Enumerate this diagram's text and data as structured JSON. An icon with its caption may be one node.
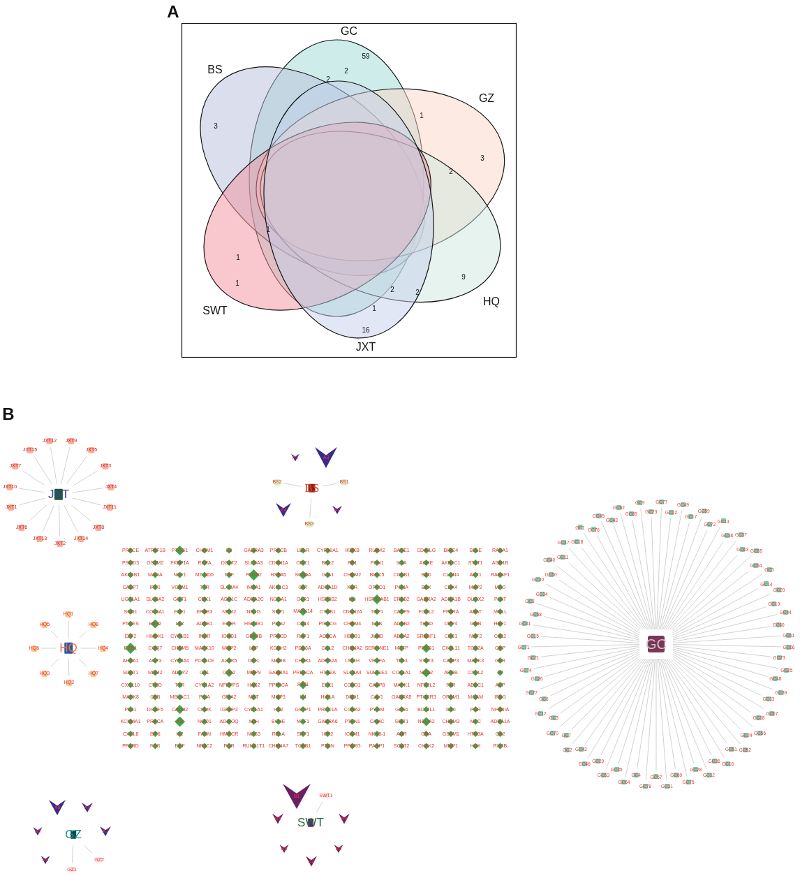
{
  "diagram": {
    "nodes": [
      {
        "text": [
          "GC"
        ]
      },
      {
        "text": [
          "BS"
        ]
      },
      {
        "text": [
          "GZ"
        ]
      },
      {
        "text": [
          "HQ"
        ]
      },
      {
        "text": [
          "SWT"
        ]
      },
      {
        "text": [
          "JXT"
        ]
      },
      {
        "text": [
          "JXT"
        ]
      },
      {
        "text": [
          "JXT12"
        ]
      },
      {
        "text": [
          "JXT9"
        ]
      },
      {
        "text": [
          "JXT15"
        ]
      },
      {
        "text": [
          "JXT5"
        ]
      },
      {
        "text": [
          "JXT7"
        ]
      },
      {
        "text": [
          "JXT3"
        ]
      },
      {
        "text": [
          "JXT10"
        ]
      },
      {
        "text": [
          "JXT4"
        ]
      },
      {
        "text": [
          "JXT1"
        ]
      },
      {
        "text": [
          "JXT11"
        ]
      },
      {
        "text": [
          "JXT6"
        ]
      },
      {
        "text": [
          "JXT8"
        ]
      },
      {
        "text": [
          "JXT13"
        ]
      },
      {
        "text": [
          "JXT14"
        ]
      },
      {
        "text": [
          "JXT2"
        ]
      },
      {
        "text": [
          "A1"
        ]
      },
      {
        "text": [
          "A3"
        ]
      },
      {
        "text": [
          "BS2"
        ]
      },
      {
        "text": [
          "BS"
        ]
      },
      {
        "text": [
          "BS1"
        ]
      },
      {
        "text": [
          "A4"
        ]
      },
      {
        "text": [
          "A2"
        ]
      },
      {
        "text": [
          "BS3"
        ]
      },
      {
        "text": [
          "GC"
        ]
      },
      {
        "text": [
          "GC77"
        ]
      },
      {
        "text": [
          "GC22"
        ]
      },
      {
        "text": [
          "GC49"
        ]
      },
      {
        "text": [
          "GC17"
        ]
      },
      {
        "text": [
          "GC59"
        ]
      },
      {
        "text": [
          "GC72"
        ]
      },
      {
        "text": [
          "GC13"
        ]
      },
      {
        "text": [
          "GC38"
        ]
      },
      {
        "text": [
          "GC37"
        ]
      },
      {
        "text": [
          "GC63"
        ]
      },
      {
        "text": [
          "GC55"
        ]
      },
      {
        "text": [
          "GC54"
        ]
      },
      {
        "text": [
          "GC5"
        ]
      },
      {
        "text": [
          "GC14"
        ]
      },
      {
        "text": [
          "GC20"
        ]
      },
      {
        "text": [
          "GC19"
        ]
      },
      {
        "text": [
          "GC44"
        ]
      },
      {
        "text": [
          "GC60"
        ]
      },
      {
        "text": [
          "GC61"
        ]
      },
      {
        "text": [
          "GC66"
        ]
      },
      {
        "text": [
          "GC73"
        ]
      },
      {
        "text": [
          "GC25"
        ]
      },
      {
        "text": [
          "GC48"
        ]
      },
      {
        "text": [
          "GC39"
        ]
      },
      {
        "text": [
          "GC33"
        ]
      },
      {
        "text": [
          "GC67"
        ]
      },
      {
        "text": [
          "GC58"
        ]
      },
      {
        "text": [
          "GC56"
        ]
      },
      {
        "text": [
          "GC24"
        ]
      },
      {
        "text": [
          "GC52"
        ]
      },
      {
        "text": [
          "GC51"
        ]
      },
      {
        "text": [
          "GC16"
        ]
      },
      {
        "text": [
          "GC36"
        ]
      },
      {
        "text": [
          "GC32"
        ]
      },
      {
        "text": [
          "GC28"
        ]
      },
      {
        "text": [
          "GC75"
        ]
      },
      {
        "text": [
          "GC69"
        ]
      },
      {
        "text": [
          "GC31"
        ]
      },
      {
        "text": [
          "GC57"
        ]
      },
      {
        "text": [
          "GC78"
        ]
      },
      {
        "text": [
          "GC4"
        ]
      },
      {
        "text": [
          "GC64"
        ]
      },
      {
        "text": [
          "GC35"
        ]
      },
      {
        "text": [
          "GC53"
        ]
      },
      {
        "text": [
          "GC29"
        ]
      },
      {
        "text": [
          "GC46"
        ]
      },
      {
        "text": [
          "GC42"
        ]
      },
      {
        "text": [
          "GC2"
        ]
      },
      {
        "text": [
          "GC7"
        ]
      },
      {
        "text": [
          "GC70"
        ]
      },
      {
        "text": [
          "GC3"
        ]
      },
      {
        "text": [
          "GC12"
        ]
      },
      {
        "text": [
          "GC6"
        ]
      },
      {
        "text": [
          "GC27"
        ]
      },
      {
        "text": [
          "GC26"
        ]
      },
      {
        "text": [
          "GC74"
        ]
      },
      {
        "text": [
          "GC21"
        ]
      },
      {
        "text": [
          "GC71"
        ]
      },
      {
        "text": [
          "GC15"
        ]
      },
      {
        "text": [
          "GC41"
        ]
      },
      {
        "text": [
          "GC68"
        ]
      },
      {
        "text": [
          "GC8"
        ]
      },
      {
        "text": [
          "GC34"
        ]
      },
      {
        "text": [
          "GC30"
        ]
      },
      {
        "text": [
          "GC50"
        ]
      },
      {
        "text": [
          "GC40"
        ]
      },
      {
        "text": [
          "GC11"
        ]
      },
      {
        "text": [
          "GC47"
        ]
      },
      {
        "text": [
          "GC18"
        ]
      },
      {
        "text": [
          "GC1"
        ]
      },
      {
        "text": [
          "GC76"
        ]
      },
      {
        "text": [
          "GC45"
        ]
      },
      {
        "text": [
          "GC43"
        ]
      },
      {
        "text": [
          "GC62"
        ]
      },
      {
        "text": [
          "GC65"
        ]
      },
      {
        "text": [
          "GC9"
        ]
      },
      {
        "text": [
          "GC23"
        ]
      },
      {
        "text": [
          "PRKCE"
        ]
      },
      {
        "text": [
          "ATP5F1B"
        ]
      },
      {
        "text": [
          "PTGS1"
        ]
      },
      {
        "text": [
          "CHRM1"
        ]
      },
      {
        "text": [
          "F3"
        ]
      },
      {
        "text": [
          "GABRA3"
        ]
      },
      {
        "text": [
          "PRKCB"
        ]
      },
      {
        "text": [
          "LDLR"
        ]
      },
      {
        "text": [
          "CYP19A1"
        ]
      },
      {
        "text": [
          "IKBKB"
        ]
      },
      {
        "text": [
          "RUNX2"
        ]
      },
      {
        "text": [
          "BACE1"
        ]
      },
      {
        "text": [
          "CD40LG"
        ]
      },
      {
        "text": [
          "BIRC4"
        ]
      },
      {
        "text": [
          "SELE"
        ]
      },
      {
        "text": [
          "RASA1"
        ]
      },
      {
        "text": [
          "PSMD3"
        ]
      },
      {
        "text": [
          "GSTM2"
        ]
      },
      {
        "text": [
          "FKBP1A"
        ]
      },
      {
        "text": [
          "RXRA"
        ]
      },
      {
        "text": [
          "DGAT2"
        ]
      },
      {
        "text": [
          "SLC6A3"
        ]
      },
      {
        "text": [
          "CDKN1A"
        ]
      },
      {
        "text": [
          "ODC1"
        ]
      },
      {
        "text": [
          "BCL2"
        ]
      },
      {
        "text": [
          "RB1"
        ]
      },
      {
        "text": [
          "PON1"
        ]
      },
      {
        "text": [
          "IL1A"
        ]
      },
      {
        "text": [
          "ACHE"
        ]
      },
      {
        "text": [
          "AKR1C1"
        ]
      },
      {
        "text": [
          "STAT1"
        ]
      },
      {
        "text": [
          "ADH1B"
        ]
      },
      {
        "text": [
          "AKR1B1"
        ]
      },
      {
        "text": [
          "MAOA"
        ]
      },
      {
        "text": [
          "NCF1"
        ]
      },
      {
        "text": [
          "MT-ND6"
        ]
      },
      {
        "text": [
          "TNF"
        ]
      },
      {
        "text": [
          "PTGS2"
        ]
      },
      {
        "text": [
          "HSPA5"
        ]
      },
      {
        "text": [
          "SCN5A"
        ]
      },
      {
        "text": [
          "GJA1"
        ]
      },
      {
        "text": [
          "CHRM2"
        ]
      },
      {
        "text": [
          "BIRC5"
        ]
      },
      {
        "text": [
          "CCNB1"
        ]
      },
      {
        "text": [
          "BAD"
        ]
      },
      {
        "text": [
          "CLDN4"
        ]
      },
      {
        "text": [
          "AKT1"
        ]
      },
      {
        "text": [
          "RASSF1"
        ]
      },
      {
        "text": [
          "CASP7"
        ]
      },
      {
        "text": [
          "IRF1"
        ]
      },
      {
        "text": [
          "VCAM1"
        ]
      },
      {
        "text": [
          "TTR"
        ]
      },
      {
        "text": [
          "SLC2A4"
        ]
      },
      {
        "text": [
          "IMPA1"
        ]
      },
      {
        "text": [
          "AKR1C3"
        ]
      },
      {
        "text": [
          "CAT"
        ]
      },
      {
        "text": [
          "ADRA1D"
        ]
      },
      {
        "text": [
          "KDR"
        ]
      },
      {
        "text": [
          "OPRD1"
        ]
      },
      {
        "text": [
          "PCNA"
        ]
      },
      {
        "text": [
          "BAX"
        ]
      },
      {
        "text": [
          "CDK4"
        ]
      },
      {
        "text": [
          "MAP2"
        ]
      },
      {
        "text": [
          "MPO"
        ]
      },
      {
        "text": [
          "UGT1A1"
        ]
      },
      {
        "text": [
          "SLC6A2"
        ]
      },
      {
        "text": [
          "GOT1"
        ]
      },
      {
        "text": [
          "CDK1"
        ]
      },
      {
        "text": [
          "ADH1C"
        ]
      },
      {
        "text": [
          "ADRA2C"
        ]
      },
      {
        "text": [
          "NCOA1"
        ]
      },
      {
        "text": [
          "OLR1"
        ]
      },
      {
        "text": [
          "HSD3B2"
        ]
      },
      {
        "text": [
          "IL6"
        ]
      },
      {
        "text": [
          "HSP90AB1"
        ]
      },
      {
        "text": [
          "ERBB2"
        ]
      },
      {
        "text": [
          "GABRA2"
        ]
      },
      {
        "text": [
          "ADRA1B"
        ]
      },
      {
        "text": [
          "DUOX2"
        ]
      },
      {
        "text": [
          "PLAT"
        ]
      },
      {
        "text": [
          "SOD1"
        ]
      },
      {
        "text": [
          "COL3A1"
        ]
      },
      {
        "text": [
          "E2F1"
        ]
      },
      {
        "text": [
          "ERBB3"
        ]
      },
      {
        "text": [
          "NR1I2"
        ]
      },
      {
        "text": [
          "NR1I3"
        ]
      },
      {
        "text": [
          "SSP1"
        ]
      },
      {
        "text": [
          "MAPK14"
        ]
      },
      {
        "text": [
          "CTRB1"
        ]
      },
      {
        "text": [
          "CDKN2A"
        ]
      },
      {
        "text": [
          "TOP1"
        ]
      },
      {
        "text": [
          "CASP9"
        ]
      },
      {
        "text": [
          "FOSL2"
        ]
      },
      {
        "text": [
          "PPARA"
        ]
      },
      {
        "text": [
          "ABAT"
        ]
      },
      {
        "text": [
          "MGLL"
        ]
      },
      {
        "text": [
          "PTGES"
        ]
      },
      {
        "text": [
          "ESR2"
        ]
      },
      {
        "text": [
          "LYZ"
        ]
      },
      {
        "text": [
          "ADRB1"
        ]
      },
      {
        "text": [
          "EGFR"
        ]
      },
      {
        "text": [
          "HSD3B1"
        ]
      },
      {
        "text": [
          "PLAU"
        ]
      },
      {
        "text": [
          "CD14"
        ]
      },
      {
        "text": [
          "PIK3CG"
        ]
      },
      {
        "text": [
          "CHRM4"
        ]
      },
      {
        "text": [
          "IL1B"
        ]
      },
      {
        "text": [
          "ADRB2"
        ]
      },
      {
        "text": [
          "THBD"
        ]
      },
      {
        "text": [
          "DPP4"
        ]
      },
      {
        "text": [
          "GWB"
        ]
      },
      {
        "text": [
          "HSF1"
        ]
      },
      {
        "text": [
          "E2F2"
        ]
      },
      {
        "text": [
          "HMOX1"
        ]
      },
      {
        "text": [
          "CYP1B1"
        ]
      },
      {
        "text": [
          "INSR"
        ]
      },
      {
        "text": [
          "IGHG1"
        ]
      },
      {
        "text": [
          "GSK3B"
        ]
      },
      {
        "text": [
          "PRKCD"
        ]
      },
      {
        "text": [
          "RAF1"
        ]
      },
      {
        "text": [
          "ACACA"
        ]
      },
      {
        "text": [
          "HSPB1"
        ]
      },
      {
        "text": [
          "JUND"
        ]
      },
      {
        "text": [
          "ABCA2"
        ]
      },
      {
        "text": [
          "SREBF1"
        ]
      },
      {
        "text": [
          "CES1"
        ]
      },
      {
        "text": [
          "NUF2"
        ]
      },
      {
        "text": [
          "CA12"
        ]
      },
      {
        "text": [
          "ESR1"
        ]
      },
      {
        "text": [
          "COQ7"
        ]
      },
      {
        "text": [
          "CHRM5"
        ]
      },
      {
        "text": [
          "MAPK10"
        ]
      },
      {
        "text": [
          "MMP2"
        ]
      },
      {
        "text": [
          "LBP"
        ]
      },
      {
        "text": [
          "KCNH2"
        ]
      },
      {
        "text": [
          "PDE3A"
        ]
      },
      {
        "text": [
          "CCL2"
        ]
      },
      {
        "text": [
          "CHRNA2"
        ]
      },
      {
        "text": [
          "SERPINE1"
        ]
      },
      {
        "text": [
          "MTTP"
        ]
      },
      {
        "text": [
          "PRSS1"
        ]
      },
      {
        "text": [
          "CXCL11"
        ]
      },
      {
        "text": [
          "TOP2A"
        ]
      },
      {
        "text": [
          "CRP"
        ]
      },
      {
        "text": [
          "AHSA1"
        ]
      },
      {
        "text": [
          "ACP3"
        ]
      },
      {
        "text": [
          "CYP3A4"
        ]
      },
      {
        "text": [
          "PCOLCE"
        ]
      },
      {
        "text": [
          "ALOX5"
        ]
      },
      {
        "text": [
          "DIO1"
        ]
      },
      {
        "text": [
          "MAOB"
        ]
      },
      {
        "text": [
          "CHEK1"
        ]
      },
      {
        "text": [
          "ADRA2A"
        ]
      },
      {
        "text": [
          "LTA4H"
        ]
      },
      {
        "text": [
          "VEGFA"
        ]
      },
      {
        "text": [
          "TP53"
        ]
      },
      {
        "text": [
          "STAT3"
        ]
      },
      {
        "text": [
          "CASP3"
        ]
      },
      {
        "text": [
          "MAPK3"
        ]
      },
      {
        "text": [
          "GSR"
        ]
      },
      {
        "text": [
          "SOAT1"
        ]
      },
      {
        "text": [
          "MDM2"
        ]
      },
      {
        "text": [
          "ADCY2"
        ]
      },
      {
        "text": [
          "CA1"
        ]
      },
      {
        "text": [
          "CDK2"
        ]
      },
      {
        "text": [
          "MMP9"
        ]
      },
      {
        "text": [
          "GABRA1"
        ]
      },
      {
        "text": [
          "PRKACA"
        ]
      },
      {
        "text": [
          "HTR2A"
        ]
      },
      {
        "text": [
          "SLC6A4"
        ]
      },
      {
        "text": [
          "SULT1E1"
        ]
      },
      {
        "text": [
          "COL1A1"
        ]
      },
      {
        "text": [
          "NOS2"
        ]
      },
      {
        "text": [
          "APOB"
        ]
      },
      {
        "text": [
          "CXCL2"
        ]
      },
      {
        "text": [
          "F7"
        ]
      },
      {
        "text": [
          "CXCL10"
        ]
      },
      {
        "text": [
          "CTSD"
        ]
      },
      {
        "text": [
          "TYR"
        ]
      },
      {
        "text": [
          "CYP1A2"
        ]
      },
      {
        "text": [
          "NPEPPS"
        ]
      },
      {
        "text": [
          "HAS2"
        ]
      },
      {
        "text": [
          "PPP3CA"
        ]
      },
      {
        "text": [
          "PIM1"
        ]
      },
      {
        "text": [
          "ELK1"
        ]
      },
      {
        "text": [
          "CCND1"
        ]
      },
      {
        "text": [
          "CASP8"
        ]
      },
      {
        "text": [
          "MAPK1"
        ]
      },
      {
        "text": [
          "NFE2L2"
        ]
      },
      {
        "text": [
          "F2R"
        ]
      },
      {
        "text": [
          "ABCC1"
        ]
      },
      {
        "text": [
          "APP"
        ]
      },
      {
        "text": [
          "MAPK8"
        ]
      },
      {
        "text": [
          "CFB"
        ]
      },
      {
        "text": [
          "MBLAC1"
        ]
      },
      {
        "text": [
          "PKIA"
        ]
      },
      {
        "text": [
          "GRIA2"
        ]
      },
      {
        "text": [
          "MET"
        ]
      },
      {
        "text": [
          "MMP3"
        ]
      },
      {
        "text": [
          "IL4"
        ]
      },
      {
        "text": [
          "HIF1A"
        ]
      },
      {
        "text": [
          "DRD1"
        ]
      },
      {
        "text": [
          "CAV1"
        ]
      },
      {
        "text": [
          "GABRA5"
        ]
      },
      {
        "text": [
          "PTGER3"
        ]
      },
      {
        "text": [
          "OPRM1"
        ]
      },
      {
        "text": [
          "MGAM"
        ]
      },
      {
        "text": [
          "IFNG"
        ]
      },
      {
        "text": [
          "PLB1"
        ]
      },
      {
        "text": [
          "DCAF5"
        ]
      },
      {
        "text": [
          "CALM2"
        ]
      },
      {
        "text": [
          "CHUK"
        ]
      },
      {
        "text": [
          "IGFBP3"
        ]
      },
      {
        "text": [
          "CYP1A1"
        ]
      },
      {
        "text": [
          "HK2"
        ]
      },
      {
        "text": [
          "GSTP1"
        ]
      },
      {
        "text": [
          "PRKC1A"
        ]
      },
      {
        "text": [
          "CCNA2"
        ]
      },
      {
        "text": [
          "PYGM"
        ]
      },
      {
        "text": [
          "GAS6"
        ]
      },
      {
        "text": [
          "BCL2L1"
        ]
      },
      {
        "text": [
          "IL10"
        ]
      },
      {
        "text": [
          "PGR"
        ]
      },
      {
        "text": [
          "NFKBIA"
        ]
      },
      {
        "text": [
          "KCNMA1"
        ]
      },
      {
        "text": [
          "PRKCA"
        ]
      },
      {
        "text": [
          "AR"
        ]
      },
      {
        "text": [
          "NQO1"
        ]
      },
      {
        "text": [
          "ADIPOQ"
        ]
      },
      {
        "text": [
          "XDH"
        ]
      },
      {
        "text": [
          "BCHE"
        ]
      },
      {
        "text": [
          "MTF1"
        ]
      },
      {
        "text": [
          "GABRA6"
        ]
      },
      {
        "text": [
          "PTPN1"
        ]
      },
      {
        "text": [
          "CAMC"
        ]
      },
      {
        "text": [
          "SIRT1"
        ]
      },
      {
        "text": [
          "NCOA2"
        ]
      },
      {
        "text": [
          "CHRM3"
        ]
      },
      {
        "text": [
          "MYC"
        ]
      },
      {
        "text": [
          "ADRA1A"
        ]
      },
      {
        "text": [
          "CXCL8"
        ]
      },
      {
        "text": [
          "EIF6"
        ]
      },
      {
        "text": [
          "IL2"
        ]
      },
      {
        "text": [
          "FASN"
        ]
      },
      {
        "text": [
          "HMGCR"
        ]
      },
      {
        "text": [
          "NOS3"
        ]
      },
      {
        "text": [
          "RELA"
        ]
      },
      {
        "text": [
          "SPP1"
        ]
      },
      {
        "text": [
          "IGF2"
        ]
      },
      {
        "text": [
          "ICAM1"
        ]
      },
      {
        "text": [
          "NKX3-1"
        ]
      },
      {
        "text": [
          "AHR"
        ]
      },
      {
        "text": [
          "GBA"
        ]
      },
      {
        "text": [
          "GSTM1"
        ]
      },
      {
        "text": [
          "HTR3A"
        ]
      },
      {
        "text": [
          "CA2"
        ]
      },
      {
        "text": [
          "PPARD"
        ]
      },
      {
        "text": [
          "FOS"
        ]
      },
      {
        "text": [
          "EGF"
        ]
      },
      {
        "text": [
          "NR3C2"
        ]
      },
      {
        "text": [
          "PGR"
        ]
      },
      {
        "text": [
          "RUNX1T1"
        ]
      },
      {
        "text": [
          "CHRNA7"
        ]
      },
      {
        "text": [
          "TGFB1"
        ]
      },
      {
        "text": [
          "PTEN"
        ]
      },
      {
        "text": [
          "PPARG"
        ]
      },
      {
        "text": [
          "PARP1"
        ]
      },
      {
        "text": [
          "SOAT2"
        ]
      },
      {
        "text": [
          "CHEK2"
        ]
      },
      {
        "text": [
          "MMP1"
        ]
      },
      {
        "text": [
          "HCK"
        ]
      },
      {
        "text": [
          "RXRB"
        ]
      },
      {
        "text": [
          "HQ"
        ]
      },
      {
        "text": [
          "HQ1"
        ]
      },
      {
        "text": [
          "HQ5"
        ]
      },
      {
        "text": [
          "HQ8"
        ]
      },
      {
        "text": [
          "HQ6"
        ]
      },
      {
        "text": [
          "HQ4"
        ]
      },
      {
        "text": [
          "HQ3"
        ]
      },
      {
        "text": [
          "HQ7"
        ]
      },
      {
        "text": [
          "HQ2"
        ]
      },
      {
        "text": [
          "A8"
        ]
      },
      {
        "text": [
          "A9"
        ]
      },
      {
        "text": [
          "A5"
        ]
      },
      {
        "text": [
          "GZ"
        ]
      },
      {
        "text": [
          "A7"
        ]
      },
      {
        "text": [
          "A6"
        ]
      },
      {
        "text": [
          "GZ2"
        ]
      },
      {
        "text": [
          "GZ1"
        ]
      },
      {
        "text": [
          "B1"
        ]
      },
      {
        "text": [
          "SWT1"
        ]
      },
      {
        "text": [
          "B3"
        ]
      },
      {
        "text": [
          "SWT"
        ]
      },
      {
        "text": [
          "B6"
        ]
      },
      {
        "text": [
          "B4"
        ]
      },
      {
        "text": [
          "B5"
        ]
      },
      {
        "text": [
          "B2"
        ]
      }
    ],
    "edges": [
      {
        "from": 6,
        "to": 7,
        "arrow": "none"
      },
      {
        "from": 6,
        "to": 8,
        "arrow": "none"
      },
      {
        "from": 6,
        "to": 9,
        "arrow": "none"
      },
      {
        "from": 6,
        "to": 10,
        "arrow": "none"
      },
      {
        "from": 6,
        "to": 11,
        "arrow": "none"
      },
      {
        "from": 6,
        "to": 12,
        "arrow": "none"
      },
      {
        "from": 6,
        "to": 13,
        "arrow": "none"
      },
      {
        "from": 6,
        "to": 14,
        "arrow": "none"
      },
      {
        "from": 6,
        "to": 15,
        "arrow": "none"
      },
      {
        "from": 6,
        "to": 16,
        "arrow": "none"
      },
      {
        "from": 6,
        "to": 17,
        "arrow": "none"
      },
      {
        "from": 6,
        "to": 18,
        "arrow": "none"
      },
      {
        "from": 6,
        "to": 19,
        "arrow": "none"
      },
      {
        "from": 6,
        "to": 20,
        "arrow": "none"
      },
      {
        "from": 6,
        "to": 21,
        "arrow": "none"
      },
      {
        "from": 25,
        "to": 24,
        "arrow": "none"
      },
      {
        "from": 25,
        "to": 26,
        "arrow": "none"
      },
      {
        "from": 25,
        "to": 29,
        "arrow": "none"
      },
      {
        "from": 30,
        "to": 31,
        "arrow": "none"
      },
      {
        "from": 30,
        "to": 32,
        "arrow": "none"
      },
      {
        "from": 30,
        "to": 33,
        "arrow": "none"
      },
      {
        "from": 30,
        "to": 34,
        "arrow": "none"
      },
      {
        "from": 30,
        "to": 35,
        "arrow": "none"
      },
      {
        "from": 30,
        "to": 36,
        "arrow": "none"
      },
      {
        "from": 30,
        "to": 37,
        "arrow": "none"
      },
      {
        "from": 30,
        "to": 38,
        "arrow": "none"
      },
      {
        "from": 30,
        "to": 39,
        "arrow": "none"
      },
      {
        "from": 30,
        "to": 40,
        "arrow": "none"
      },
      {
        "from": 30,
        "to": 41,
        "arrow": "none"
      },
      {
        "from": 30,
        "to": 42,
        "arrow": "none"
      },
      {
        "from": 30,
        "to": 43,
        "arrow": "none"
      },
      {
        "from": 30,
        "to": 44,
        "arrow": "none"
      },
      {
        "from": 30,
        "to": 45,
        "arrow": "none"
      },
      {
        "from": 30,
        "to": 46,
        "arrow": "none"
      },
      {
        "from": 30,
        "to": 47,
        "arrow": "none"
      },
      {
        "from": 30,
        "to": 48,
        "arrow": "none"
      },
      {
        "from": 30,
        "to": 49,
        "arrow": "none"
      },
      {
        "from": 30,
        "to": 50,
        "arrow": "none"
      },
      {
        "from": 30,
        "to": 51,
        "arrow": "none"
      },
      {
        "from": 30,
        "to": 52,
        "arrow": "none"
      },
      {
        "from": 30,
        "to": 53,
        "arrow": "none"
      },
      {
        "from": 30,
        "to": 54,
        "arrow": "none"
      },
      {
        "from": 30,
        "to": 55,
        "arrow": "none"
      },
      {
        "from": 30,
        "to": 56,
        "arrow": "none"
      },
      {
        "from": 30,
        "to": 57,
        "arrow": "none"
      },
      {
        "from": 30,
        "to": 58,
        "arrow": "none"
      },
      {
        "from": 30,
        "to": 59,
        "arrow": "none"
      },
      {
        "from": 30,
        "to": 60,
        "arrow": "none"
      },
      {
        "from": 30,
        "to": 61,
        "arrow": "none"
      },
      {
        "from": 30,
        "to": 62,
        "arrow": "none"
      },
      {
        "from": 30,
        "to": 63,
        "arrow": "none"
      },
      {
        "from": 30,
        "to": 64,
        "arrow": "none"
      },
      {
        "from": 30,
        "to": 65,
        "arrow": "none"
      },
      {
        "from": 30,
        "to": 66,
        "arrow": "none"
      },
      {
        "from": 30,
        "to": 67,
        "arrow": "none"
      },
      {
        "from": 30,
        "to": 68,
        "arrow": "none"
      },
      {
        "from": 30,
        "to": 69,
        "arrow": "none"
      },
      {
        "from": 30,
        "to": 70,
        "arrow": "none"
      },
      {
        "from": 30,
        "to": 71,
        "arrow": "none"
      },
      {
        "from": 30,
        "to": 72,
        "arrow": "none"
      },
      {
        "from": 30,
        "to": 73,
        "arrow": "none"
      },
      {
        "from": 30,
        "to": 74,
        "arrow": "none"
      },
      {
        "from": 30,
        "to": 75,
        "arrow": "none"
      },
      {
        "from": 30,
        "to": 76,
        "arrow": "none"
      },
      {
        "from": 30,
        "to": 77,
        "arrow": "none"
      },
      {
        "from": 30,
        "to": 78,
        "arrow": "none"
      },
      {
        "from": 30,
        "to": 79,
        "arrow": "none"
      },
      {
        "from": 30,
        "to": 80,
        "arrow": "none"
      },
      {
        "from": 30,
        "to": 81,
        "arrow": "none"
      },
      {
        "from": 30,
        "to": 82,
        "arrow": "none"
      },
      {
        "from": 30,
        "to": 83,
        "arrow": "none"
      },
      {
        "from": 30,
        "to": 84,
        "arrow": "none"
      },
      {
        "from": 30,
        "to": 85,
        "arrow": "none"
      },
      {
        "from": 30,
        "to": 86,
        "arrow": "none"
      },
      {
        "from": 30,
        "to": 87,
        "arrow": "none"
      },
      {
        "from": 30,
        "to": 88,
        "arrow": "none"
      },
      {
        "from": 30,
        "to": 89,
        "arrow": "none"
      },
      {
        "from": 30,
        "to": 90,
        "arrow": "none"
      },
      {
        "from": 30,
        "to": 91,
        "arrow": "none"
      },
      {
        "from": 30,
        "to": 92,
        "arrow": "none"
      },
      {
        "from": 30,
        "to": 93,
        "arrow": "none"
      },
      {
        "from": 30,
        "to": 94,
        "arrow": "none"
      },
      {
        "from": 30,
        "to": 95,
        "arrow": "none"
      },
      {
        "from": 30,
        "to": 96,
        "arrow": "none"
      },
      {
        "from": 30,
        "to": 97,
        "arrow": "none"
      },
      {
        "from": 30,
        "to": 98,
        "arrow": "none"
      },
      {
        "from": 30,
        "to": 99,
        "arrow": "none"
      },
      {
        "from": 30,
        "to": 100,
        "arrow": "none"
      },
      {
        "from": 30,
        "to": 101,
        "arrow": "none"
      },
      {
        "from": 30,
        "to": 102,
        "arrow": "none"
      },
      {
        "from": 30,
        "to": 103,
        "arrow": "none"
      },
      {
        "from": 30,
        "to": 104,
        "arrow": "none"
      },
      {
        "from": 30,
        "to": 105,
        "arrow": "none"
      },
      {
        "from": 30,
        "to": 106,
        "arrow": "none"
      },
      {
        "from": 30,
        "to": 107,
        "arrow": "none"
      },
      {
        "from": 380,
        "to": 381,
        "arrow": "none"
      },
      {
        "from": 380,
        "to": 382,
        "arrow": "none"
      },
      {
        "from": 380,
        "to": 383,
        "arrow": "none"
      },
      {
        "from": 380,
        "to": 384,
        "arrow": "none"
      },
      {
        "from": 380,
        "to": 385,
        "arrow": "none"
      },
      {
        "from": 380,
        "to": 386,
        "arrow": "none"
      },
      {
        "from": 380,
        "to": 387,
        "arrow": "none"
      },
      {
        "from": 380,
        "to": 388,
        "arrow": "none"
      },
      {
        "from": 392,
        "to": 395,
        "arrow": "none"
      },
      {
        "from": 392,
        "to": 396,
        "arrow": "none"
      },
      {
        "from": 400,
        "to": 398,
        "arrow": "none"
      }
    ],
    "labels": [
      "A",
      "59",
      "2",
      "2",
      "1",
      "3",
      "3",
      "2",
      "1",
      "1",
      "9",
      "1",
      "2",
      "2",
      "1",
      "16",
      "B"
    ]
  }
}
